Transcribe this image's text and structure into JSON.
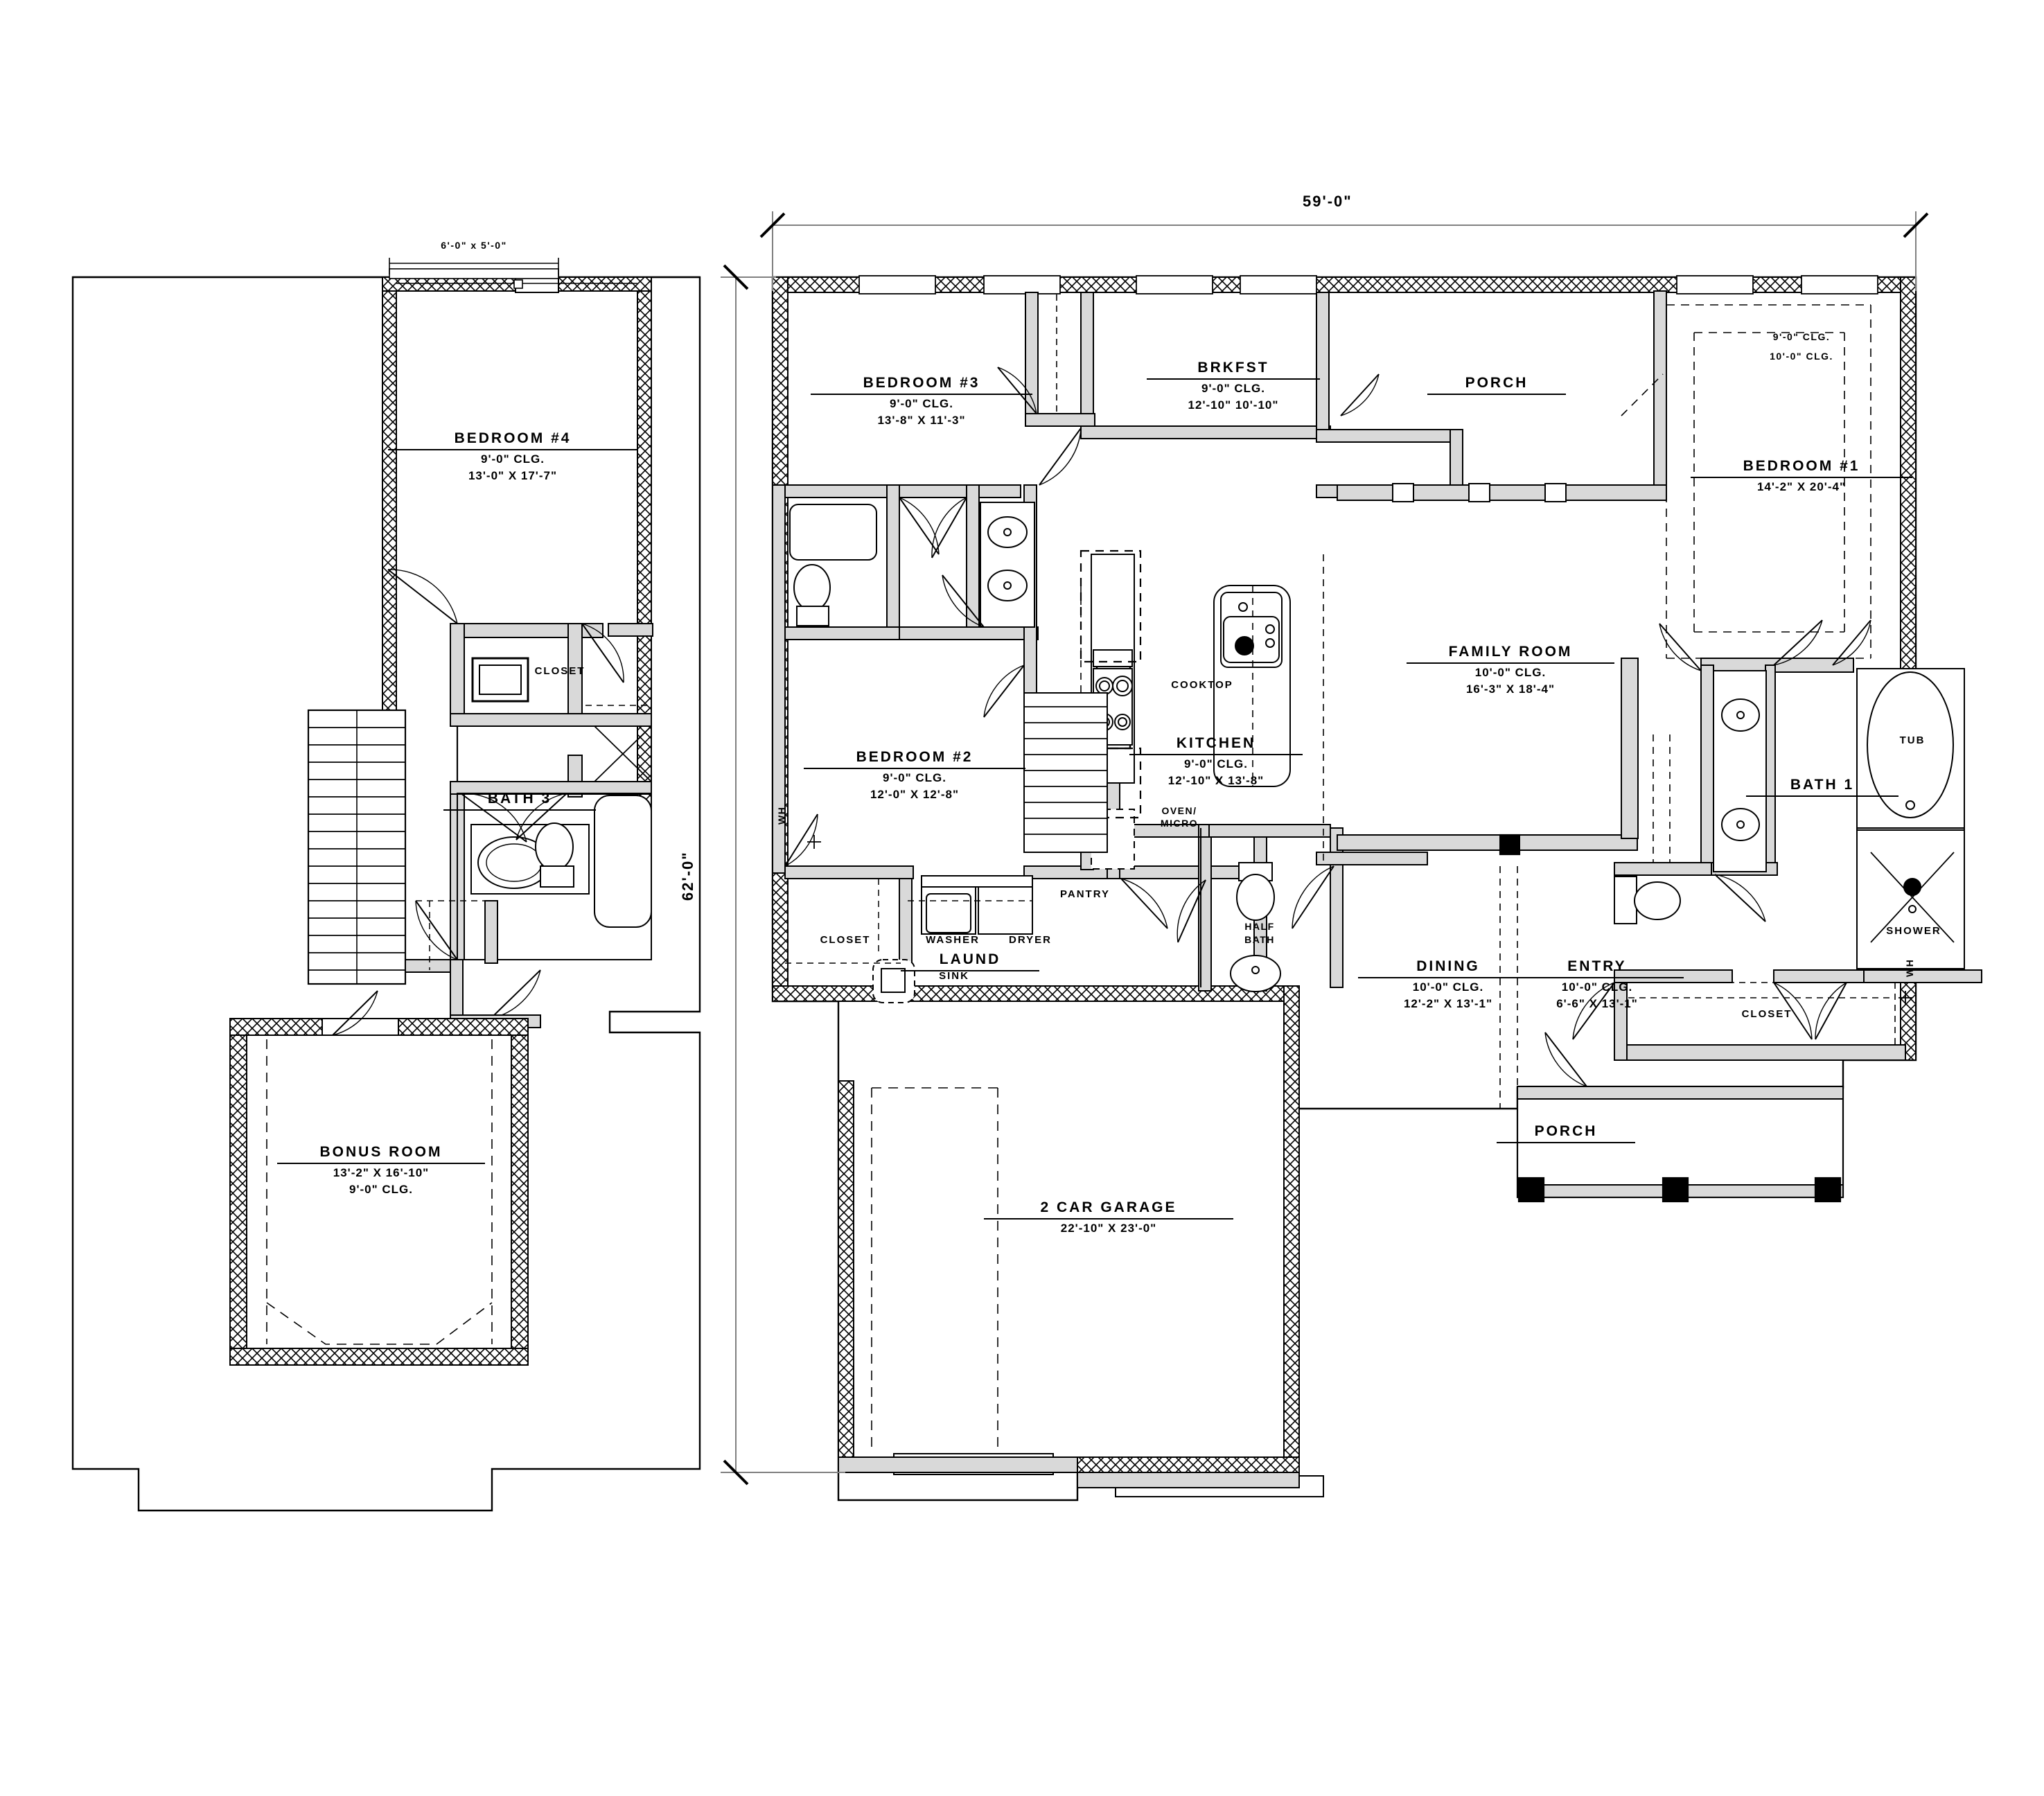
{
  "drawing": {
    "type": "residential-floor-plan",
    "overall_dimensions": {
      "width": "59'-0\"",
      "depth": "62'-0\""
    }
  },
  "upper_level": {
    "window_note": "6'-0\" x 5'-0\"",
    "rooms": [
      {
        "name": "BEDROOM #4",
        "ceiling": "9'-0\" CLG.",
        "size": "13'-0\" X 17'-7\""
      },
      {
        "name": "BATH 3",
        "ceiling": "",
        "size": ""
      },
      {
        "name": "BONUS ROOM",
        "size": "13'-2\" X 16'-10\"",
        "ceiling": "9'-0\" CLG."
      }
    ],
    "labels": [
      "CLOSET"
    ]
  },
  "main_level": {
    "rooms": [
      {
        "name": "BEDROOM #3",
        "ceiling": "9'-0\" CLG.",
        "size": "13'-8\" X 11'-3\""
      },
      {
        "name": "BRKFST",
        "ceiling": "9'-0\" CLG.",
        "size": "12'-10\" 10'-10\""
      },
      {
        "name": "PORCH",
        "ceiling": "",
        "size": ""
      },
      {
        "name": "BEDROOM #1",
        "ceiling_a": "9'-0\" CLG.",
        "ceiling_b": "10'-0\" CLG.",
        "size": "14'-2\" X 20'-4\""
      },
      {
        "name": "FAMILY ROOM",
        "ceiling": "10'-0\" CLG.",
        "size": "16'-3\" X 18'-4\""
      },
      {
        "name": "KITCHEN",
        "ceiling": "9'-0\" CLG.",
        "size": "12'-10\" X 13'-8\""
      },
      {
        "name": "BEDROOM #2",
        "ceiling": "9'-0\" CLG.",
        "size": "12'-0\" X 12'-8\""
      },
      {
        "name": "BATH 1",
        "ceiling": "",
        "size": ""
      },
      {
        "name": "LAUND",
        "ceiling": "",
        "size": ""
      },
      {
        "name": "HALF BATH",
        "ceiling": "",
        "size": ""
      },
      {
        "name": "DINING",
        "ceiling": "10'-0\" CLG.",
        "size": "12'-2\" X 13'-1\""
      },
      {
        "name": "ENTRY",
        "ceiling": "10'-0\" CLG.",
        "size": "6'-6\" X 13'-1\""
      },
      {
        "name": "PORCH",
        "ceiling": "",
        "size": ""
      },
      {
        "name": "2 CAR GARAGE",
        "ceiling": "",
        "size": "22'-10\" X 23'-0\""
      }
    ],
    "fixtures": [
      "COOKTOP",
      "OVEN/ MICRO",
      "PANTRY",
      "SINK",
      "WASHER",
      "DRYER",
      "TUB",
      "SHOWER",
      "CLOSET"
    ]
  },
  "colors": {
    "line": "#000000",
    "wall_fill": "#d9d9d9",
    "background": "#ffffff",
    "dim_line": "#808080"
  }
}
